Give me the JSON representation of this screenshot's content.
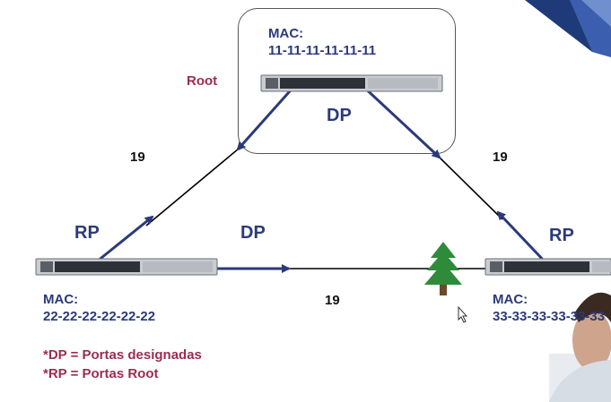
{
  "root_label": "Root",
  "switches": {
    "top": {
      "mac_label": "MAC:",
      "mac": "11-11-11-11-11-11"
    },
    "left": {
      "mac_label": "MAC:",
      "mac": "22-22-22-22-22-22"
    },
    "right": {
      "mac_label": "MAC:",
      "mac": "33-33-33-33-33-33"
    }
  },
  "ports": {
    "top_dp": "DP",
    "left_rp": "RP",
    "left_dp": "DP",
    "right_rp": "RP"
  },
  "costs": {
    "left": "19",
    "right": "19",
    "bottom": "19"
  },
  "legend": {
    "dp": "*DP = Portas designadas",
    "rp": "*RP = Portas Root"
  },
  "colors": {
    "port_text": "#2b3a7a",
    "accent_text": "#9b2d4f",
    "arrow": "#2b3a7a",
    "tree": "#2e8b3a"
  }
}
